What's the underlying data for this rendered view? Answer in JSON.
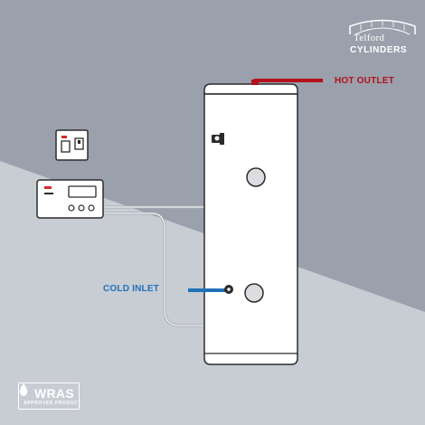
{
  "labels": {
    "hot_outlet": "HOT OUTLET",
    "cold_inlet": "COLD INLET"
  },
  "brand": {
    "name_top": "Telford",
    "name_bottom": "CYLINDERS",
    "icon": "bridge-arch-icon"
  },
  "certification": {
    "main": "WRAS",
    "sub": "APPROVED PRODUCT",
    "icon": "water-drop-icon"
  },
  "colors": {
    "background_upper": "#9aa0ac",
    "background_lower": "#c8ccd3",
    "hot_pipe": "#b3111b",
    "cold_pipe": "#1f72b8",
    "wire": "#a7acb4",
    "cylinder_fill": "#ffffff",
    "outline": "#2b2b2b",
    "indicator_red": "#d42a2a"
  }
}
